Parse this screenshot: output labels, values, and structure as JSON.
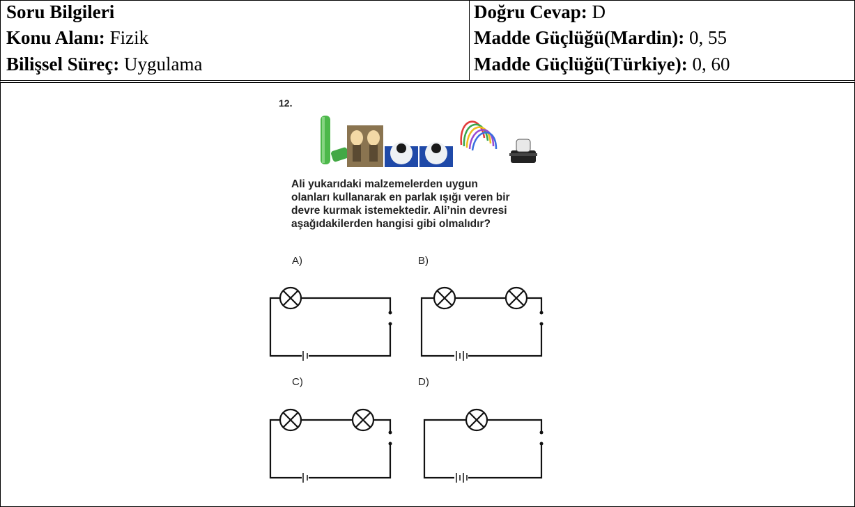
{
  "info": {
    "left": [
      {
        "label": "Soru Bilgileri",
        "value": ""
      },
      {
        "label": "Konu Alanı:",
        "value": " Fizik"
      },
      {
        "label": "Bilişsel Süreç:",
        "value": " Uygulama"
      }
    ],
    "right": [
      {
        "label": "Doğru Cevap:",
        "value": " D"
      },
      {
        "label": "Madde Güçlüğü(Mardin):",
        "value": " 0, 55"
      },
      {
        "label": "Madde Güçlüğü(Türkiye):",
        "value": " 0, 60"
      }
    ]
  },
  "question": {
    "number": "12.",
    "lines": [
      "Ali yukarıdaki malzemelerden uygun",
      "olanları kullanarak en parlak ışığı veren bir",
      "devre kurmak istemektedir. Ali’nin devresi",
      "aşağıdakilerden hangisi gibi olmalıdır?"
    ]
  },
  "options": [
    {
      "label": "A)",
      "bulbs": 1,
      "cells": 1
    },
    {
      "label": "B)",
      "bulbs": 2,
      "cells": 2
    },
    {
      "label": "C)",
      "bulbs": 2,
      "cells": 1
    },
    {
      "label": "D)",
      "bulbs": 1,
      "cells": 2
    }
  ],
  "colors": {
    "battery": "#4cb84a",
    "photo_bg": "#8a7450",
    "socket_bg": "#1f49a8",
    "line": "#111111"
  },
  "materials_icons": [
    "battery-icon",
    "bulb-photo-icon",
    "socket-photo-icon",
    "socket-photo-icon",
    "wires-icon",
    "switch-icon"
  ]
}
